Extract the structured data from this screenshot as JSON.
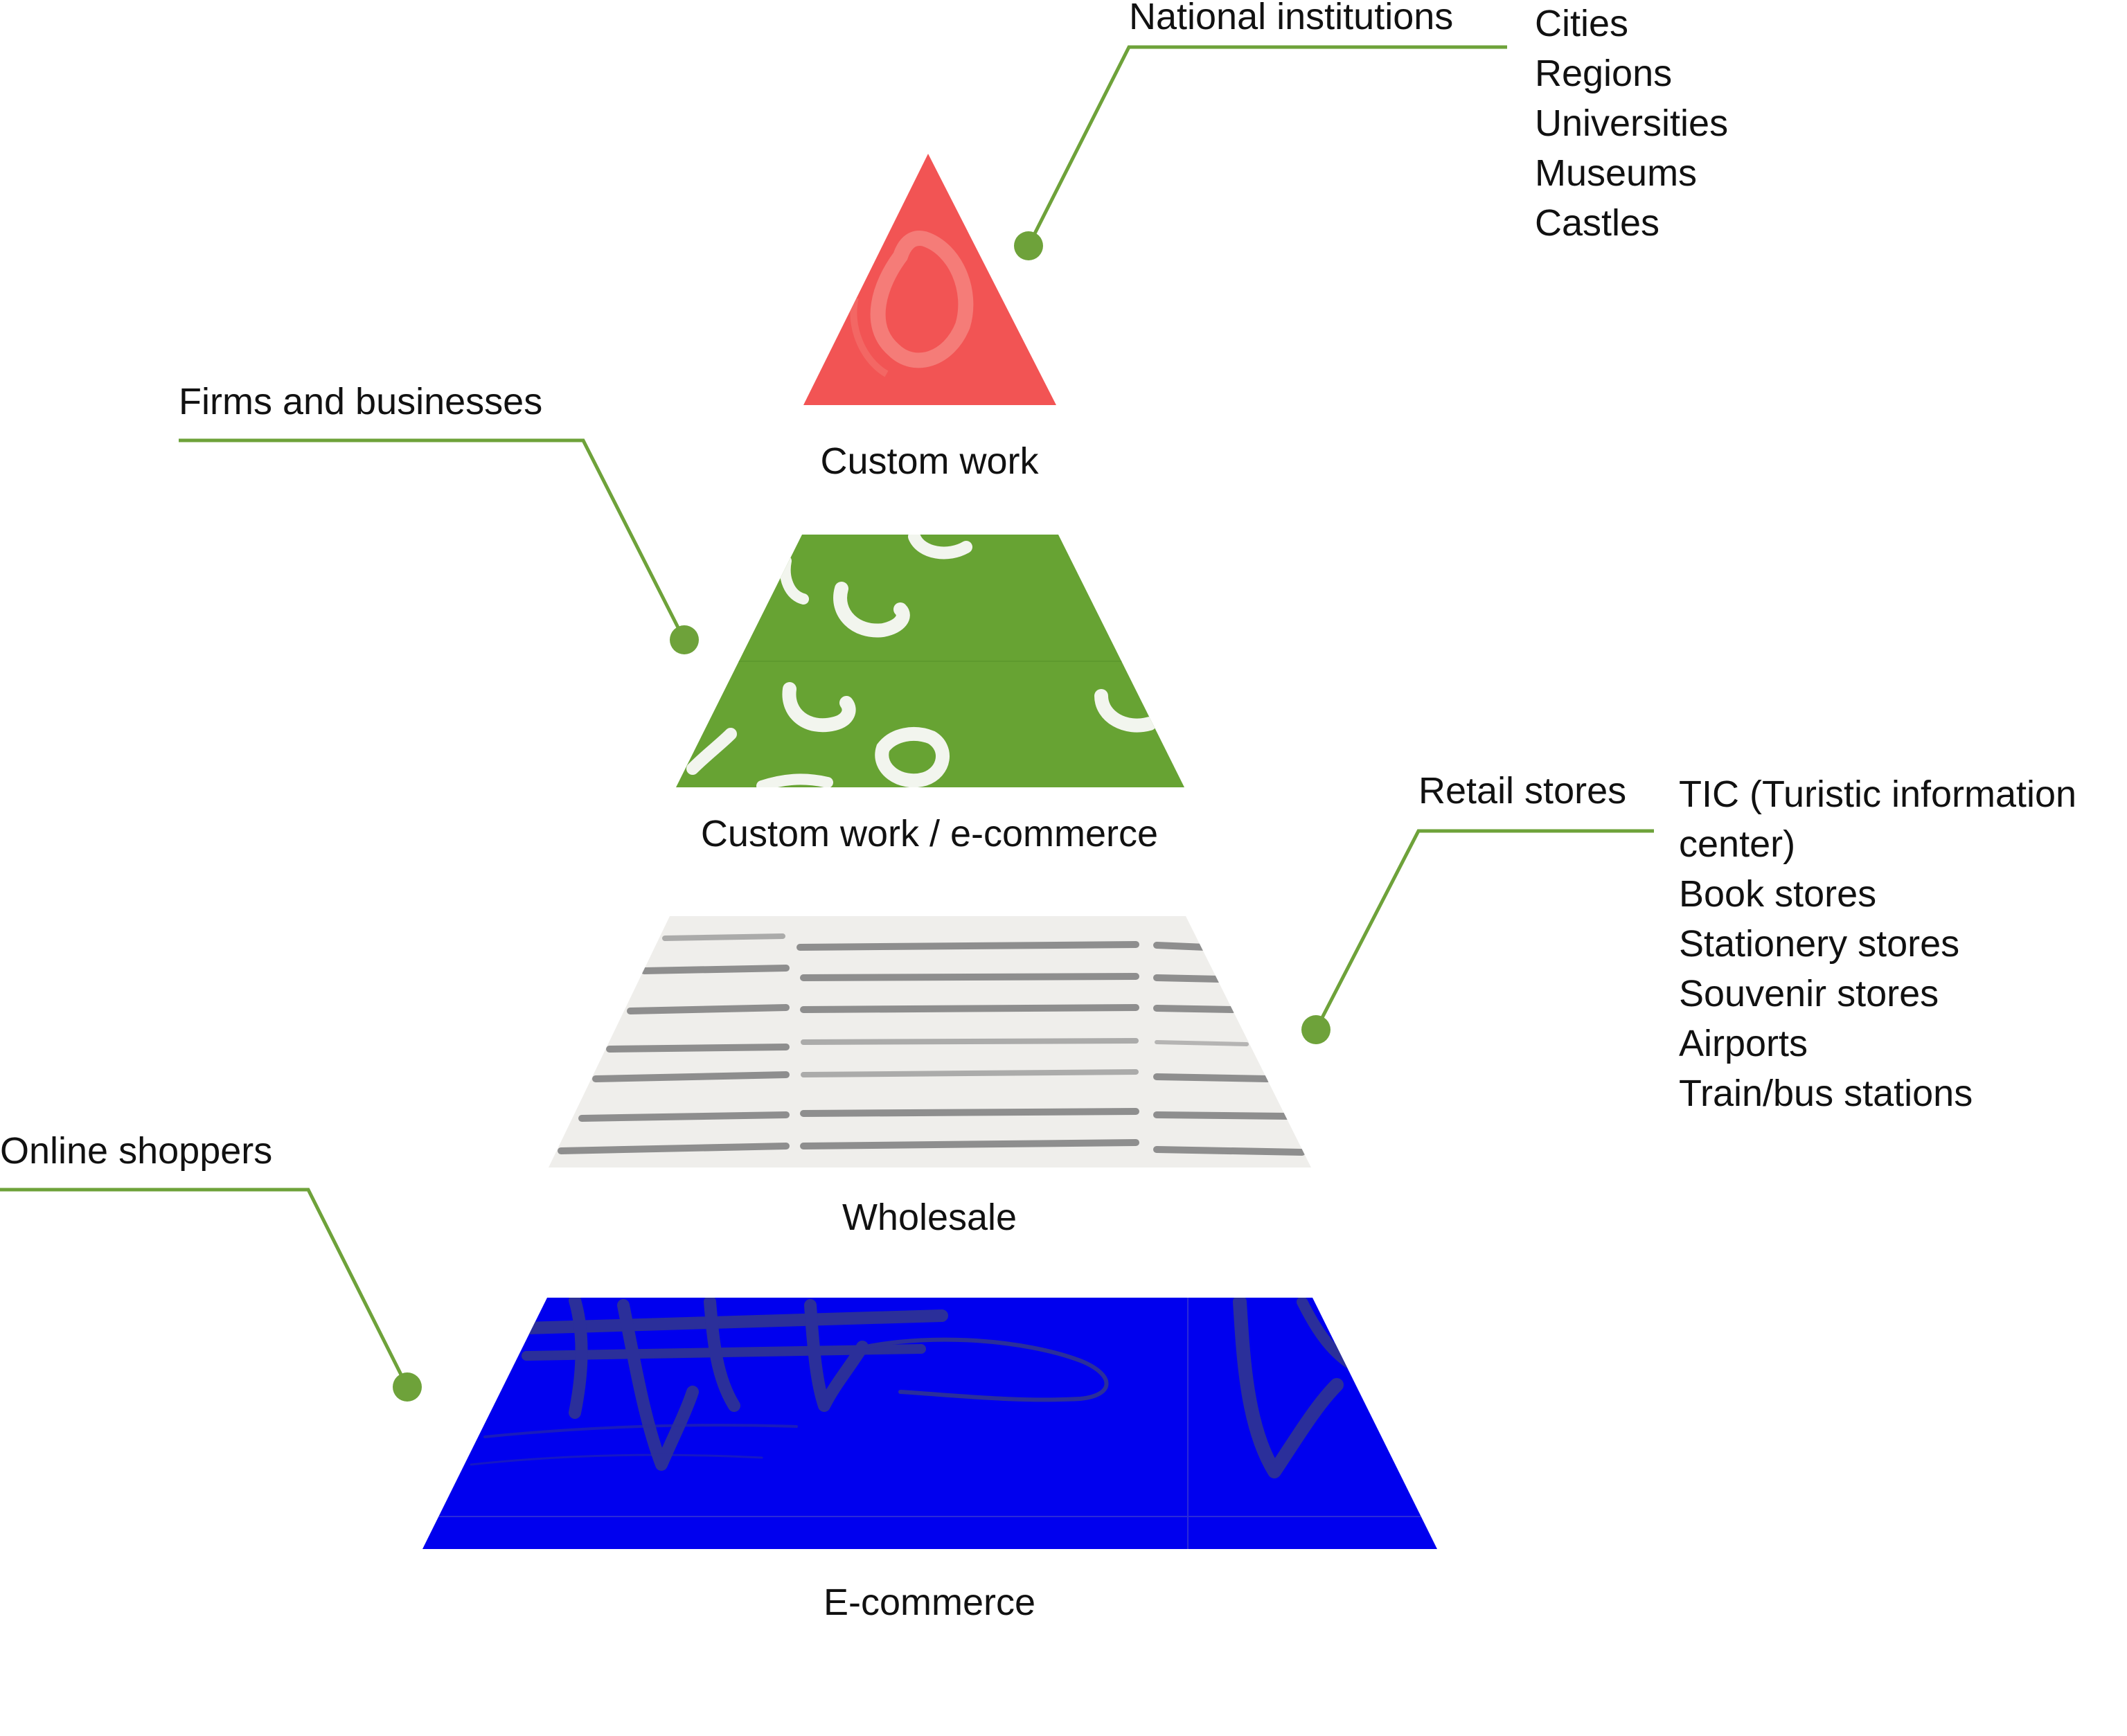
{
  "colors": {
    "accent_green": "#6ea23a",
    "tier_custom_work": "#f25454",
    "tier_custom_ecommerce": "#67a333",
    "tier_wholesale": "#efeeeb",
    "tier_ecommerce": "#0000ee",
    "text": "#111111"
  },
  "tiers": [
    {
      "label": "Custom work"
    },
    {
      "label": "Custom work / e-commerce"
    },
    {
      "label": "Wholesale"
    },
    {
      "label": "E-commerce"
    }
  ],
  "callouts": {
    "national": {
      "title": "National institutions",
      "items": [
        "Cities",
        "Regions",
        "Universities",
        "Museums",
        "Castles"
      ]
    },
    "firms": {
      "title": "Firms and businesses"
    },
    "retail": {
      "title": "Retail stores",
      "items": [
        "TIC (Turistic information",
        "center)",
        "Book stores",
        "Stationery stores",
        "Souvenir stores",
        "Airports",
        "Train/bus stations"
      ]
    },
    "online": {
      "title": "Online shoppers"
    }
  }
}
